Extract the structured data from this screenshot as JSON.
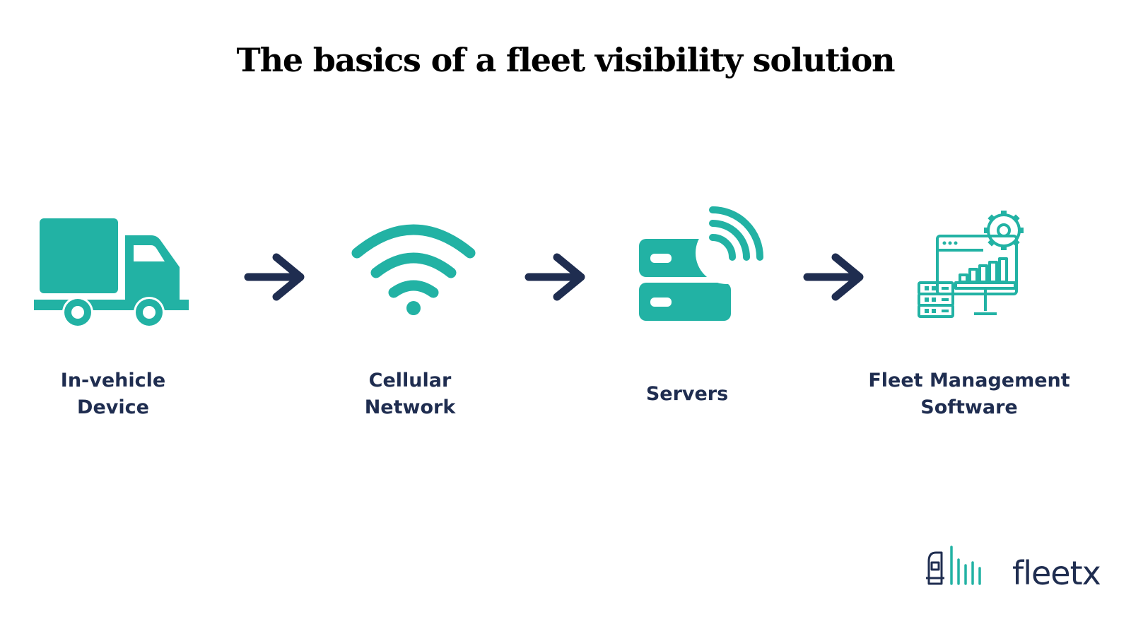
{
  "title": "The basics of a fleet visibility solution",
  "colors": {
    "teal": "#22b2a4",
    "navy": "#1f2d50",
    "title": "#000000",
    "background": "#ffffff"
  },
  "steps": [
    {
      "label_line1": "In-vehicle",
      "label_line2": "Device",
      "icon": "truck-icon"
    },
    {
      "label_line1": "Cellular",
      "label_line2": "Network",
      "icon": "wifi-icon"
    },
    {
      "label_line1": "Servers",
      "label_line2": "",
      "icon": "server-icon"
    },
    {
      "label_line1": "Fleet Management",
      "label_line2": "Software",
      "icon": "fleet-software-icon"
    }
  ],
  "arrows": [
    "arrow-right-icon",
    "arrow-right-icon",
    "arrow-right-icon"
  ],
  "logo": {
    "text": "fleetx",
    "icon": "fleetx-logo-icon"
  }
}
